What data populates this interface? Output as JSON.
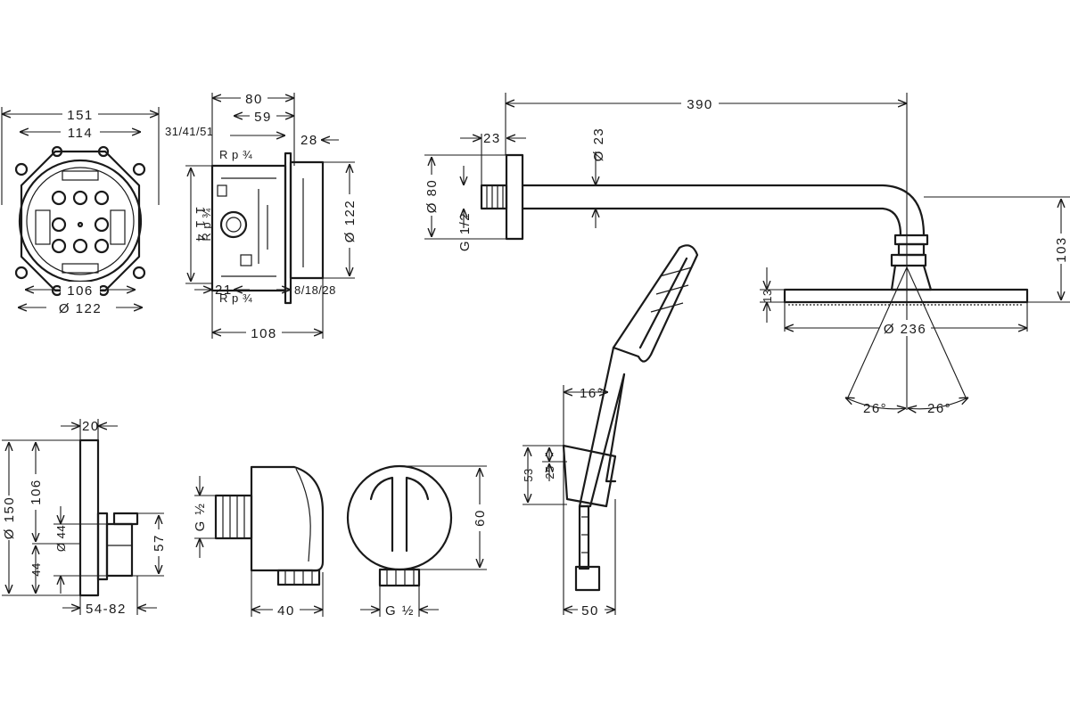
{
  "views": {
    "box_front": {
      "dims": {
        "w151": "151",
        "w114": "114",
        "w106": "106",
        "d122": "Ø 122"
      }
    },
    "box_side": {
      "dims": {
        "d80": "80",
        "d59": "59",
        "d31": "31/41/51",
        "d28": "28",
        "rp_top": "R p ¾",
        "h114": "1 1 4",
        "rp_mid": "R p ¾",
        "dia122": "Ø 122",
        "rp_bot": "R p ¾",
        "d21": "21",
        "d8": "8/18/28",
        "d108": "108"
      }
    },
    "shower_arm": {
      "dims": {
        "d390": "390",
        "d23": "23",
        "dia23": "Ø 23",
        "dia80": "Ø 80",
        "g12": "G 1/2",
        "d103": "103",
        "d13": "13",
        "dia236": "Ø 236",
        "a26l": "26°",
        "a26r": "26°"
      }
    },
    "hand_shower": {
      "dims": {
        "a16": "16°",
        "d53": "53",
        "d25": "25",
        "d50": "50"
      }
    },
    "trim_plate": {
      "dims": {
        "d20": "20",
        "dia150": "Ø 150",
        "d106": "106",
        "dia44": "Ø 44",
        "d44": "44",
        "d57": "57",
        "d5482": "54-82"
      }
    },
    "wall_outlet": {
      "dims": {
        "g12": "G ½",
        "d40": "40",
        "d60": "60",
        "g12b": "G ½"
      }
    }
  }
}
